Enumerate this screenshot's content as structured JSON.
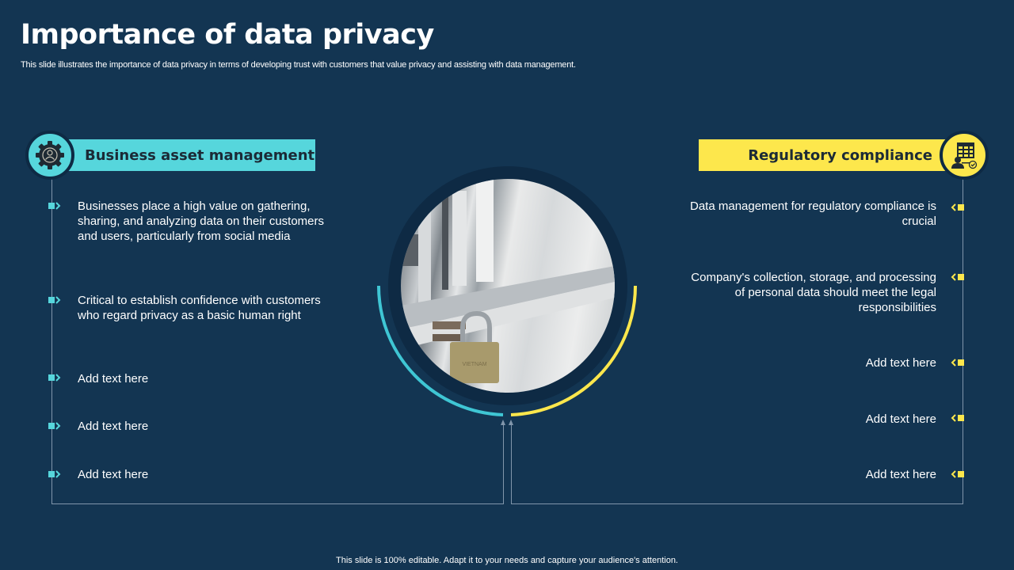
{
  "slide": {
    "title": "Importance of data privacy",
    "subtitle": "This slide illustrates the importance of data privacy in terms of developing trust with customers that value privacy and assisting with data management.",
    "footer": "This slide is 100% editable. Adapt it to your needs and capture your audience's attention."
  },
  "colors": {
    "background": "#133552",
    "accent_left": "#56d6dc",
    "accent_right": "#fde74c",
    "dark_ring": "#0e2a44",
    "connector": "#8196ab"
  },
  "left_panel": {
    "heading": "Business asset management",
    "icon": "gear-user-icon",
    "items": [
      {
        "text": "Businesses place a high value on gathering, sharing, and analyzing data on their customers and users, particularly from social media"
      },
      {
        "text": "Critical to establish confidence with customers who regard privacy as a basic human right"
      },
      {
        "text": "Add text here"
      },
      {
        "text": "Add text here"
      },
      {
        "text": "Add text here"
      }
    ]
  },
  "right_panel": {
    "heading": "Regulatory compliance",
    "icon": "spreadsheet-user-check-icon",
    "items": [
      {
        "text": "Data management for regulatory compliance is crucial"
      },
      {
        "text": "Company's collection, storage, and processing of personal data should meet the legal responsibilities"
      },
      {
        "text": "Add text here"
      },
      {
        "text": "Add text here"
      },
      {
        "text": "Add text here"
      }
    ]
  },
  "center_image": {
    "description": "padlock on metal gate",
    "padlock_label": "VIETNAM"
  }
}
